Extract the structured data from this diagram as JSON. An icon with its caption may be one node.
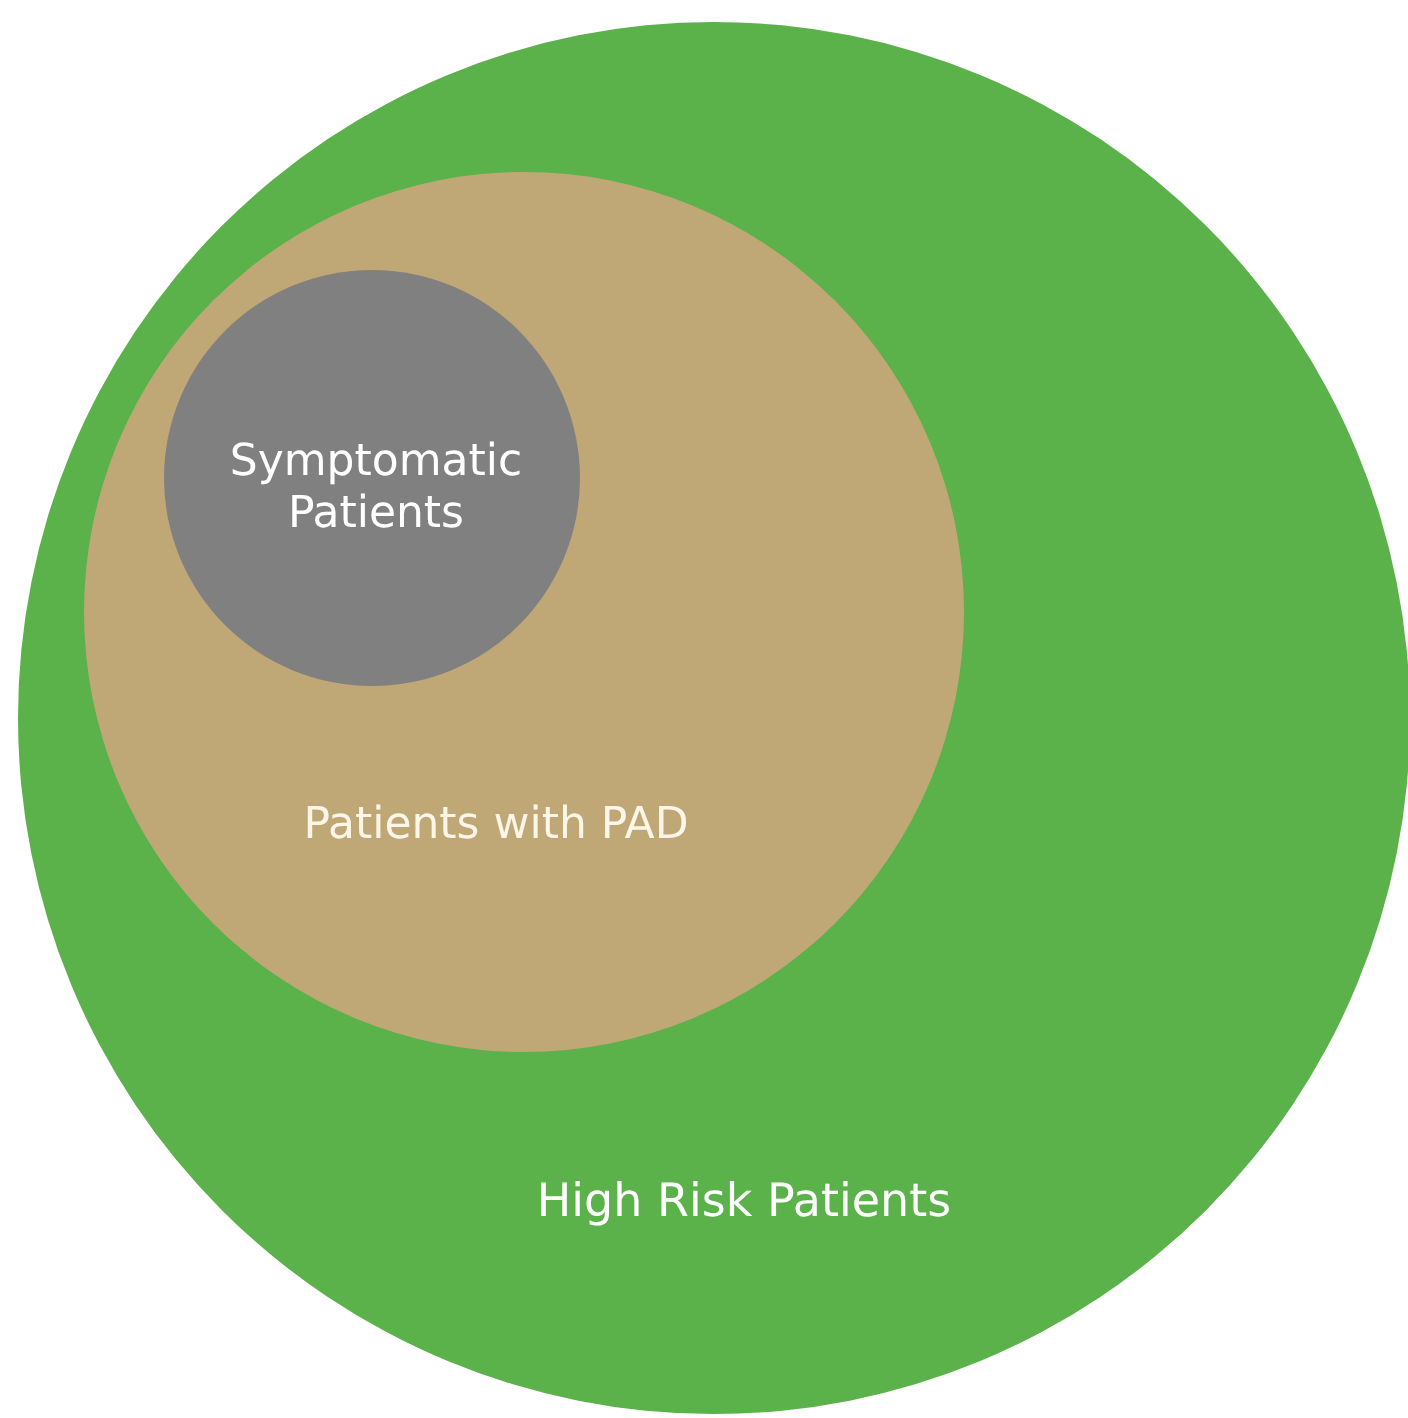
{
  "diagram": {
    "nodes": [
      {
        "text": [
          "High Risk Patients"
        ]
      },
      {
        "text": [
          "Patients with PAD"
        ],
        "in": 0
      },
      {
        "text": [
          "Symptomatic Patients"
        ],
        "in": 1
      }
    ]
  }
}
